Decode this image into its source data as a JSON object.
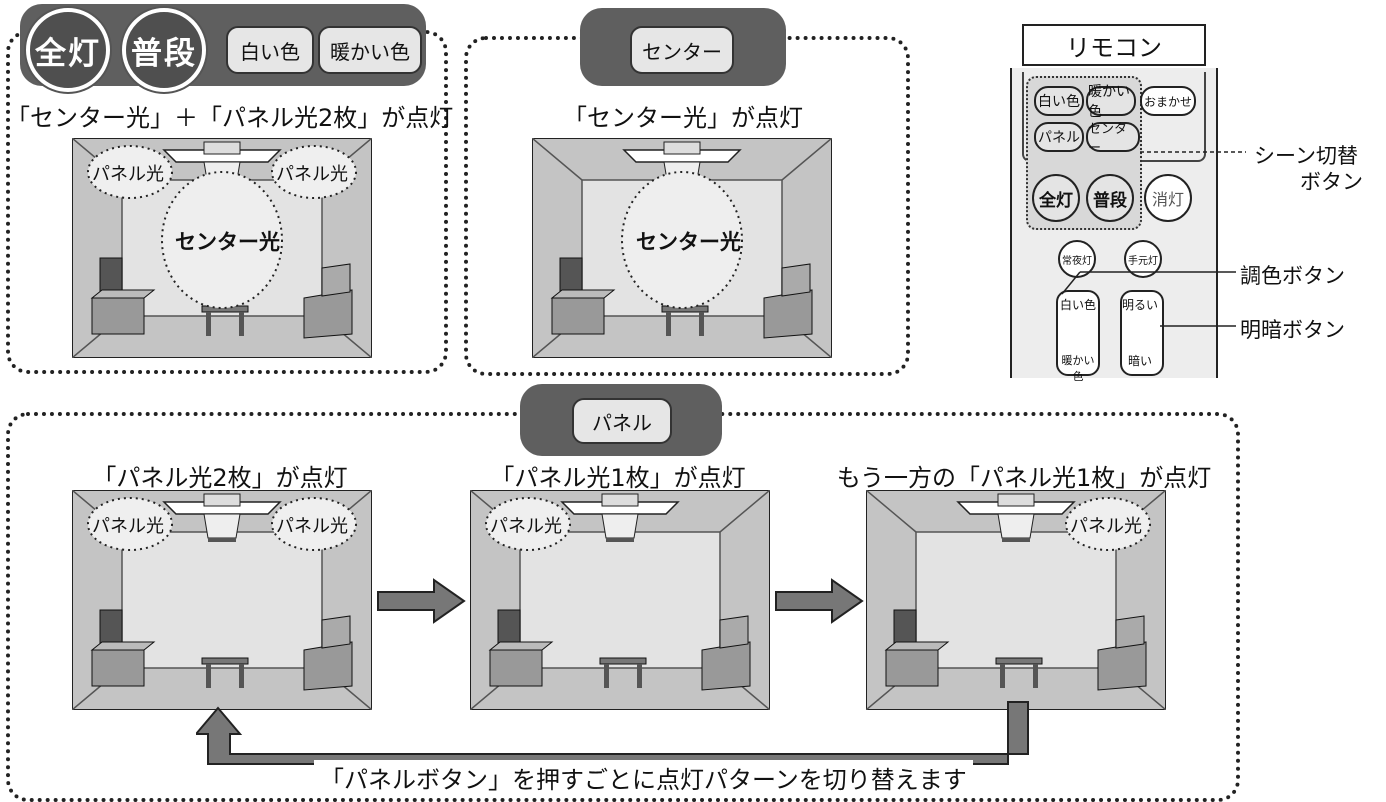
{
  "top_left": {
    "buttons": {
      "all_on": "全灯",
      "normal": "普段",
      "white": "白い色",
      "warm": "暖かい色"
    },
    "heading": "「センター光」＋「パネル光2枚」が点灯",
    "labels": {
      "panel_left": "パネル光",
      "panel_right": "パネル光",
      "center": "センター光"
    }
  },
  "top_center": {
    "tab": "センター",
    "heading": "「センター光」が点灯",
    "labels": {
      "center": "センター光"
    }
  },
  "remote": {
    "title": "リモコン",
    "buttons": {
      "white": "白い色",
      "warm": "暖かい色",
      "omakase": "おまかせ",
      "panel": "パネル",
      "center": "センター",
      "all_on": "全灯",
      "normal": "普段",
      "off": "消灯",
      "night": "常夜灯",
      "hand": "手元灯",
      "color_up": "白い色",
      "color_down": "暖かい色",
      "bright_up": "明るい",
      "bright_down": "暗い"
    },
    "callouts": {
      "scene_line1": "シーン切替",
      "scene_line2": "ボタン",
      "color": "調色ボタン",
      "brightness": "明暗ボタン"
    }
  },
  "bottom": {
    "tab": "パネル",
    "scenes": [
      {
        "heading": "「パネル光2枚」が点灯",
        "left": "パネル光",
        "right": "パネル光"
      },
      {
        "heading": "「パネル光1枚」が点灯",
        "left": "パネル光"
      },
      {
        "heading": "もう一方の「パネル光1枚」が点灯",
        "right": "パネル光"
      }
    ],
    "footer": "「パネルボタン」を押すごとに点灯パターンを切り替えます"
  },
  "colors": {
    "dark_button": "#4f4f4f",
    "tab": "#5f5f5f",
    "room_wall": "#c8c8c8",
    "room_back": "#e2e2e2"
  },
  "icons": [
    "ceiling-light-icon",
    "tv-icon",
    "table-icon",
    "sofa-icon",
    "right-arrow-icon",
    "return-arrow-icon"
  ]
}
